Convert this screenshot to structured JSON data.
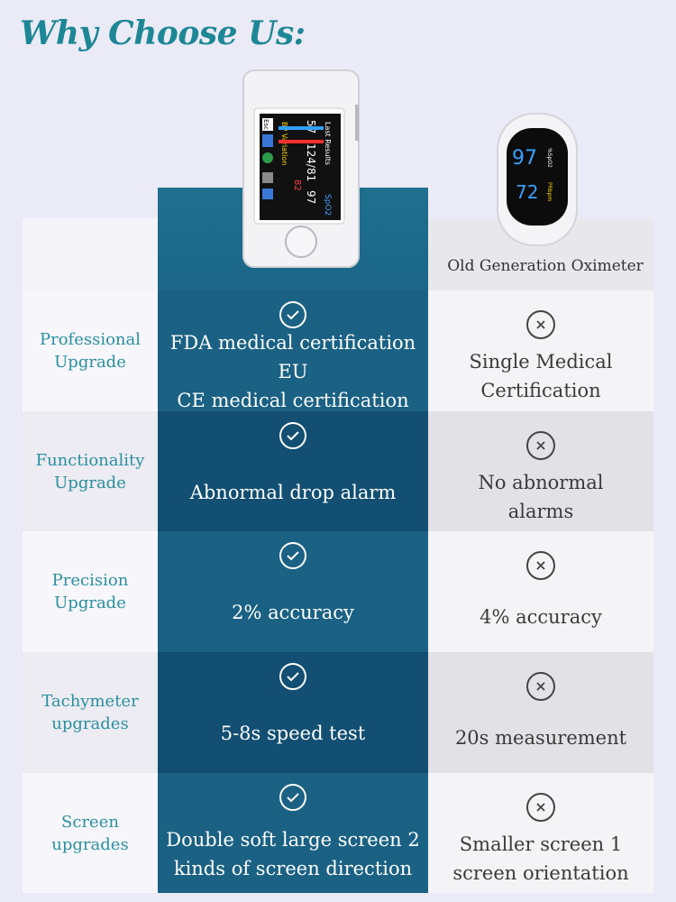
{
  "title": "Why Choose Us:",
  "old_caption": "Old Generation Oximeter",
  "device_screen": {
    "header": "Last Results",
    "spo2_label": "SpO2",
    "pr": "57",
    "bp": "124/81",
    "spo2": "97",
    "pi": "82",
    "variation_label": "BP Variation",
    "esc": "Esc"
  },
  "old_device_screen": {
    "spo2": "97",
    "pr": "72",
    "spo2_label": "%SpO2",
    "pr_label": "PRbpm"
  },
  "rows": [
    {
      "label": [
        "Professional",
        "Upgrade"
      ],
      "new": [
        "FDA medical certification EU",
        "CE medical certification"
      ],
      "old": [
        "Single Medical",
        "Certification"
      ]
    },
    {
      "label": [
        "Functionality",
        "Upgrade"
      ],
      "new": [
        "Abnormal drop alarm"
      ],
      "old": [
        "No abnormal",
        "alarms"
      ]
    },
    {
      "label": [
        "Precision",
        "Upgrade"
      ],
      "new": [
        "2% accuracy"
      ],
      "old": [
        "4% accuracy"
      ]
    },
    {
      "label": [
        "Tachymeter",
        "upgrades"
      ],
      "new": [
        "5-8s speed test"
      ],
      "old": [
        "20s measurement"
      ]
    },
    {
      "label": [
        "Screen",
        "upgrades"
      ],
      "new": [
        "Double soft large screen 2",
        "kinds of screen direction"
      ],
      "old": [
        "Smaller screen 1",
        "screen orientation"
      ]
    }
  ],
  "colors": {
    "title": "#1e8796",
    "new_column": "#1a6184",
    "label_text": "#2a8fa0"
  }
}
